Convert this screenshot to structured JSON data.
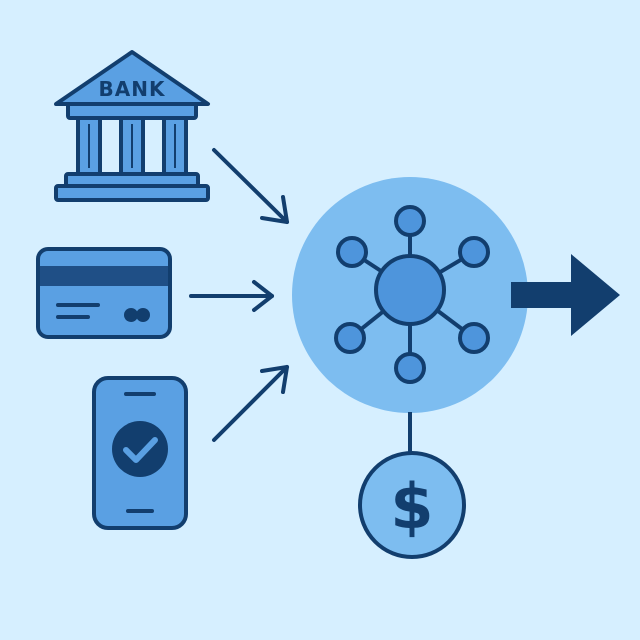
{
  "colors": {
    "background": "#d6efff",
    "navy": "#123e6e",
    "medium_blue": "#4e95dc",
    "light_blue": "#7dbdf0",
    "card_stripe": "#1f4f86",
    "icon_fill": "#5aa0e3"
  },
  "bank": {
    "label": "BANK",
    "icon": "bank-building-icon"
  },
  "sources": [
    {
      "name": "bank",
      "icon": "bank-building-icon"
    },
    {
      "name": "credit-card",
      "icon": "credit-card-icon"
    },
    {
      "name": "mobile-payment",
      "icon": "smartphone-checkmark-icon"
    }
  ],
  "hub": {
    "icon": "network-hub-icon"
  },
  "fee": {
    "symbol": "$",
    "icon": "dollar-coin-icon"
  },
  "output": {
    "icon": "right-arrow-icon"
  }
}
